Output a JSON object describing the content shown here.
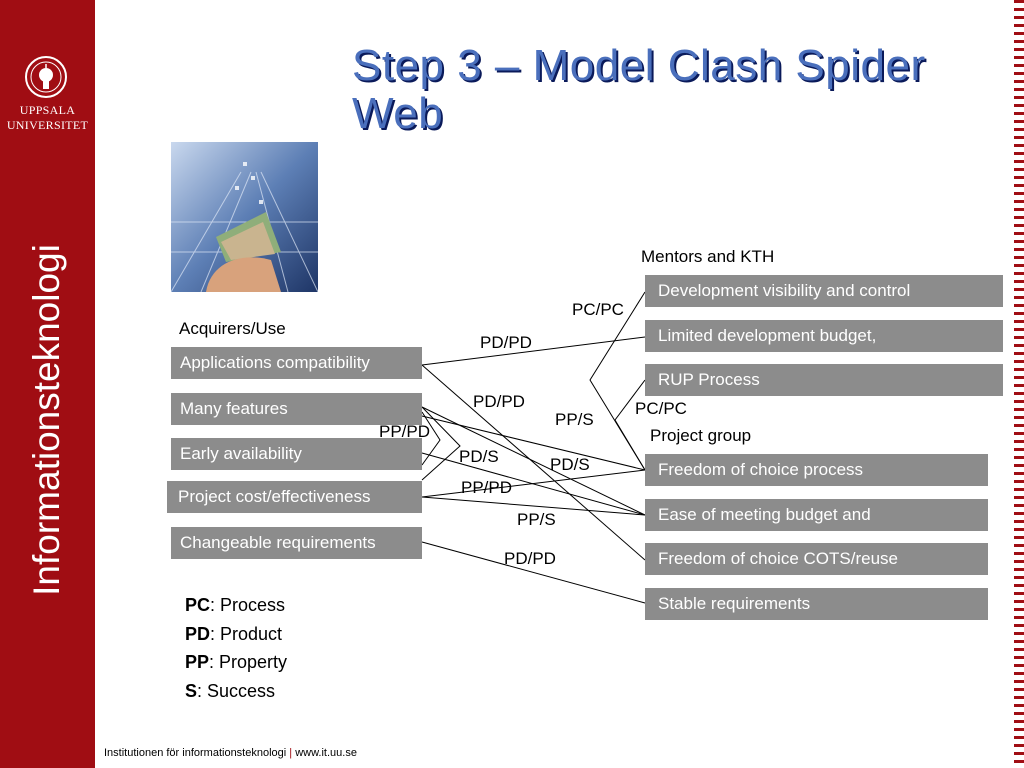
{
  "sidebar": {
    "university_line1": "UPPSALA",
    "university_line2": "UNIVERSITET",
    "department": "Informationsteknologi"
  },
  "title_line1": "Step 3 – Model Clash Spider",
  "title_line2": "Web",
  "groups": {
    "left": "Acquirers/Use",
    "right_top": "Mentors and KTH",
    "right_bottom": "Project group"
  },
  "left_boxes": [
    "Applications compatibility",
    "Many features",
    "Early availability",
    "Project cost/effectiveness",
    "Changeable requirements"
  ],
  "right_boxes": [
    "Development visibility and control",
    "Limited development budget,",
    "RUP Process",
    "Freedom of choice process",
    "Ease of meeting budget and",
    "Freedom of choice COTS/reuse",
    "Stable requirements"
  ],
  "edge_labels": [
    "PC/PC",
    "PD/PD",
    "PD/PD",
    "PP/S",
    "PC/PC",
    "PP/PD",
    "PD/S",
    "PD/S",
    "PP/PD",
    "PP/S",
    "PD/PD"
  ],
  "legend": [
    {
      "key": "PC",
      "value": ": Process"
    },
    {
      "key": "PD",
      "value": ": Product"
    },
    {
      "key": "PP",
      "value": ": Property"
    },
    {
      "key": "S",
      "value": ": Success"
    }
  ],
  "footer": {
    "dept": "Institutionen för informationsteknologi",
    "sep": "|",
    "url": "www.it.uu.se"
  },
  "colors": {
    "sidebar": "#a00d13",
    "box": "#8c8c8c",
    "title": "#4a6fbc"
  }
}
